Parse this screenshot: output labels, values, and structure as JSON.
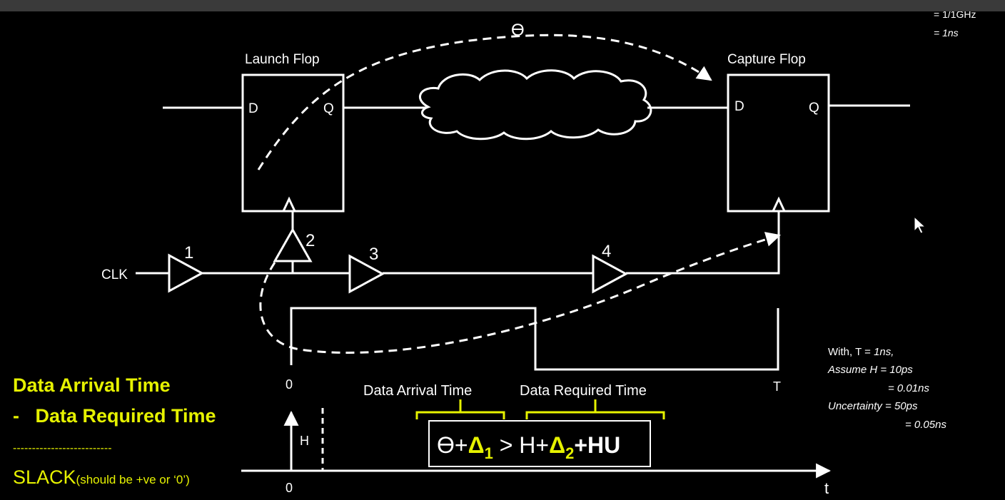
{
  "diagram": {
    "theta": "ϴ",
    "launch_flop": {
      "title": "Launch Flop",
      "d": "D",
      "q": "Q"
    },
    "capture_flop": {
      "title": "Capture Flop",
      "d": "D",
      "q": "Q"
    },
    "clk_label": "CLK",
    "buffers": [
      "1",
      "2",
      "3",
      "4"
    ],
    "waveform": {
      "zero": "0",
      "period": "T"
    },
    "hold_axis": {
      "h": "H",
      "zero": "0",
      "t": "t"
    },
    "brace_labels": {
      "arrival": "Data Arrival Time",
      "required": "Data Required Time"
    },
    "equation": {
      "left_base": "ϴ+",
      "delta1": "Δ",
      "sub1": "1",
      "gt_h": " > H+",
      "delta2": "Δ",
      "sub2": "2",
      "tail": "+HU"
    },
    "slack": {
      "line1": "Data Arrival Time",
      "line2": "-   Data Required Time",
      "divider": "--------------------------",
      "slack_word": "SLACK",
      "slack_note": "(should be +ve or ‘0’)"
    },
    "notes": {
      "top_line1": "= 1/1GHz",
      "top_line2": "= 1ns",
      "with": "With, T = ",
      "with_val": "1ns,",
      "assume": "Assume H = 10ps",
      "assume2": "= 0.01ns",
      "uncert": "Uncertainty = 50ps",
      "uncert2": "= 0.05ns"
    }
  },
  "colors": {
    "background": "#000000",
    "stroke": "#ffffff",
    "accent": "#e6f200"
  },
  "icons": [
    "mouse-cursor-icon"
  ]
}
